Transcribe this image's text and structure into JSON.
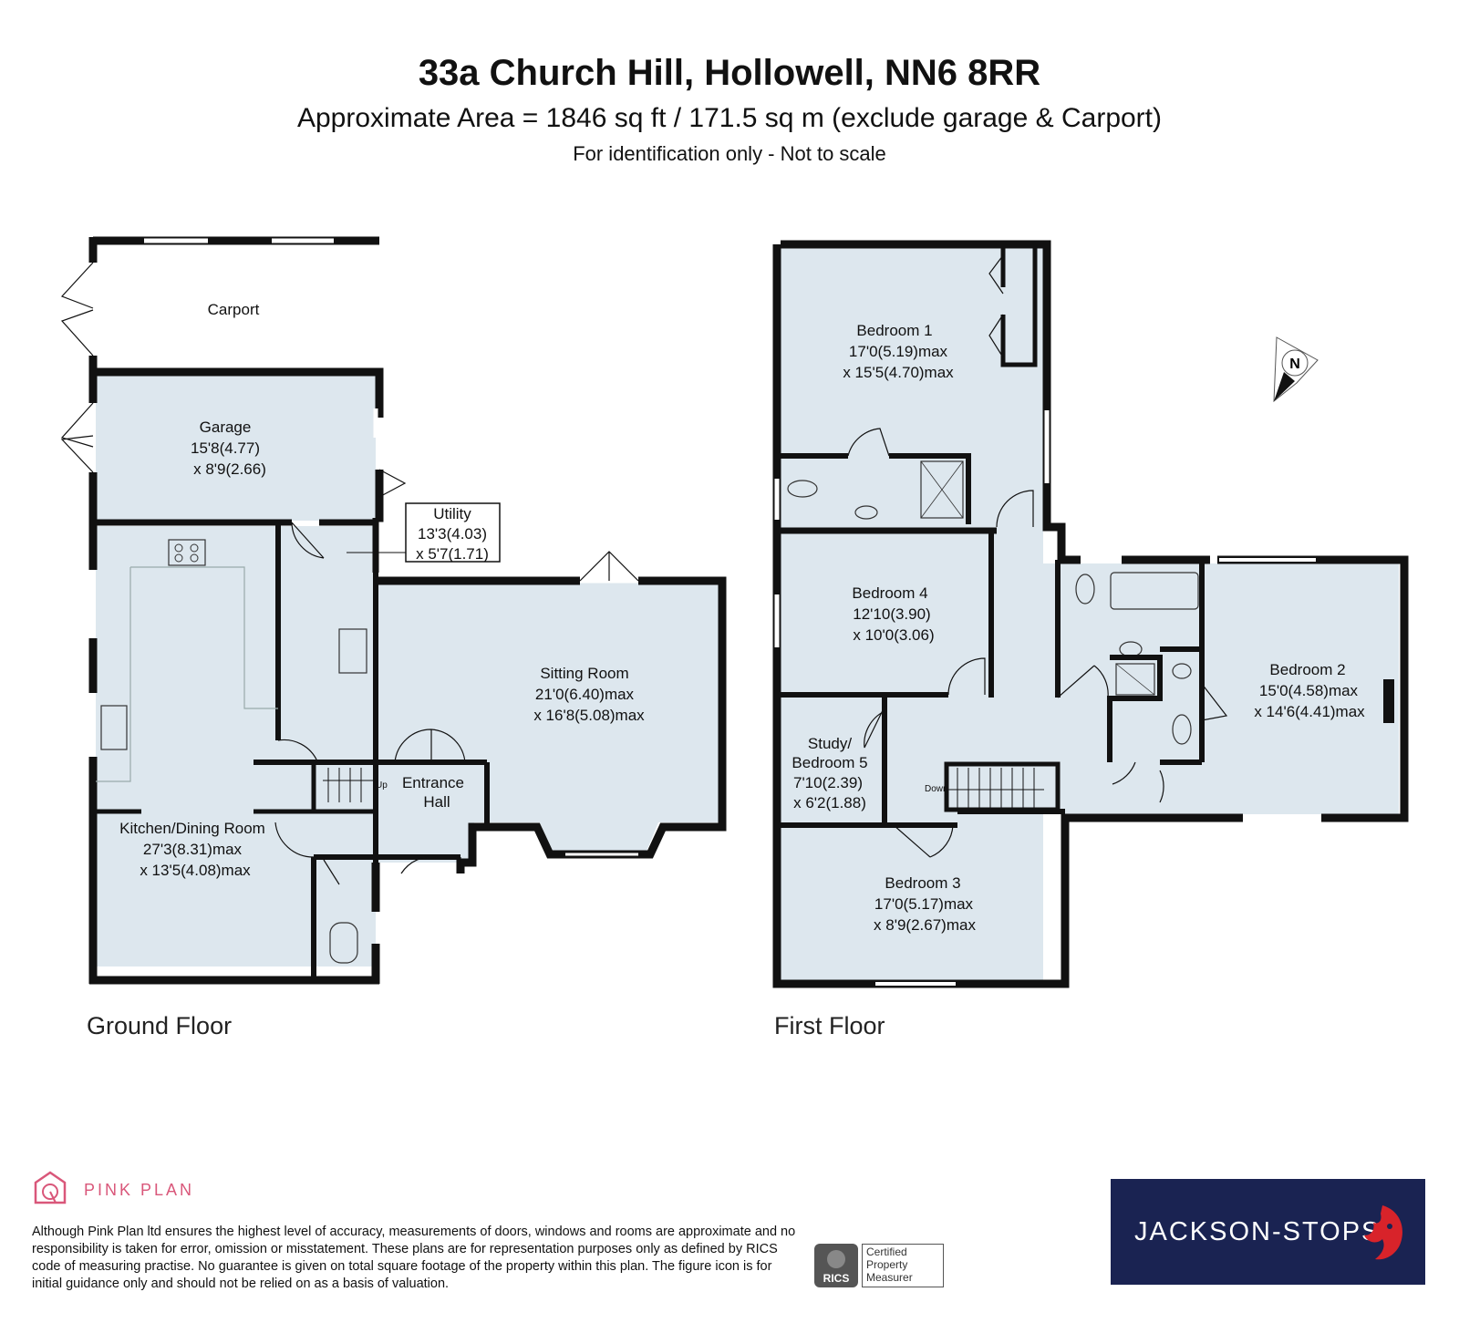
{
  "header": {
    "title": "33a Church Hill, Hollowell, NN6 8RR",
    "area": "Approximate Area = 1846 sq ft / 171.5 sq m (exclude garage & Carport)",
    "note": "For identification only - Not to scale"
  },
  "ground_floor": {
    "label": "Ground Floor",
    "rooms": {
      "carport": {
        "name": "Carport"
      },
      "garage": {
        "name": "Garage",
        "dim1": "15'8(4.77)",
        "dim2": "x 8'9(2.66)"
      },
      "utility": {
        "name": "Utility",
        "dim1": "13'3(4.03)",
        "dim2": "x 5'7(1.71)"
      },
      "sitting": {
        "name": "Sitting Room",
        "dim1": "21'0(6.40)max",
        "dim2": "x 16'8(5.08)max"
      },
      "entrance": {
        "name1": "Entrance",
        "name2": "Hall"
      },
      "kitchen": {
        "name": "Kitchen/Dining Room",
        "dim1": "27'3(8.31)max",
        "dim2": "x 13'5(4.08)max"
      }
    },
    "stairs_label": "Up"
  },
  "first_floor": {
    "label": "First Floor",
    "rooms": {
      "bedroom1": {
        "name": "Bedroom 1",
        "dim1": "17'0(5.19)max",
        "dim2": "x 15'5(4.70)max"
      },
      "bedroom4": {
        "name": "Bedroom 4",
        "dim1": "12'10(3.90)",
        "dim2": "x 10'0(3.06)"
      },
      "study": {
        "name1": "Study/",
        "name2": "Bedroom 5",
        "dim1": "7'10(2.39)",
        "dim2": "x 6'2(1.88)"
      },
      "bedroom3": {
        "name": "Bedroom 3",
        "dim1": "17'0(5.17)max",
        "dim2": "x 8'9(2.67)max"
      },
      "bedroom2": {
        "name": "Bedroom 2",
        "dim1": "15'0(4.58)max",
        "dim2": "x 14'6(4.41)max"
      }
    },
    "stairs_label": "Down"
  },
  "compass": {
    "label": "N"
  },
  "footer": {
    "brand": "PINK PLAN",
    "disclaimer": "Although Pink Plan ltd ensures the highest level of accuracy, measurements of doors, windows and rooms are approximate and no responsibility is taken for error, omission or misstatement. These plans are for representation purposes only as defined by RICS code of measuring practise. No guarantee is given on total square footage of the property within this plan. The figure icon is for initial guidance only and should not be relied on as a basis of valuation.",
    "rics_mark": "RICS",
    "rics_text": [
      "Certified",
      "Property",
      "Measurer"
    ],
    "agent": "JACKSON-STOPS"
  },
  "colors": {
    "wall": "#111111",
    "room_fill": "#dde7ee",
    "brand_pink": "#d9577a",
    "agent_navy": "#1a2352",
    "agent_red": "#d8232a"
  }
}
